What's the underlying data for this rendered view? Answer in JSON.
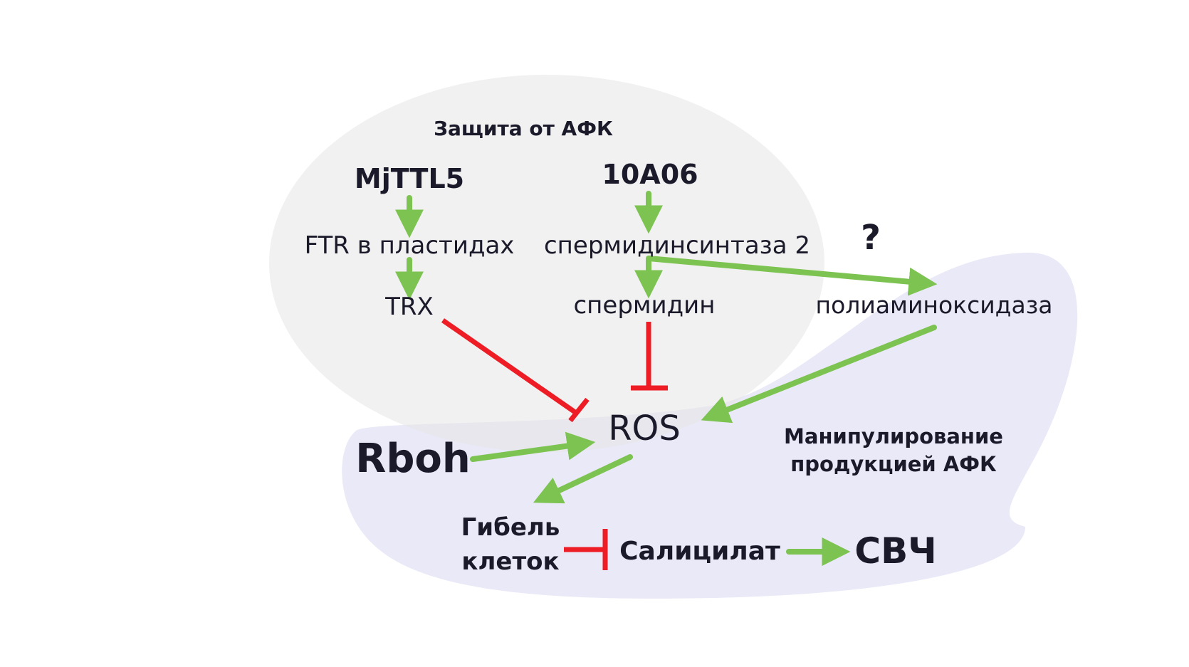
{
  "regions": {
    "defense_title": "Защита от АФК",
    "manipulation_title_line1": "Манипулирование",
    "manipulation_title_line2": "продукцией АФК"
  },
  "nodes": {
    "mjttl5": "MjTTL5",
    "ftr": "FTR в пластидах",
    "trx": "TRX",
    "gene_10a06": "10A06",
    "spermidine_synthase": "спермидинсинтаза 2",
    "spermidine": "спермидин",
    "question": "?",
    "polyamine_oxidase": "полиаминоксидаза",
    "ros": "ROS",
    "rboh": "Rboh",
    "cell_death_line1": "Гибель",
    "cell_death_line2": "клеток",
    "salicylate": "Салицилат",
    "svch": "СВЧ"
  },
  "colors": {
    "activation": "#7dc351",
    "inhibition": "#ee1c24",
    "defense_region": "#f1f1f1",
    "manipulation_region": "#e9e9f7"
  },
  "edges": [
    {
      "from": "mjttl5",
      "to": "ftr",
      "type": "activation"
    },
    {
      "from": "ftr",
      "to": "trx",
      "type": "activation"
    },
    {
      "from": "gene_10a06",
      "to": "spermidine_synthase",
      "type": "activation"
    },
    {
      "from": "spermidine_synthase",
      "to": "spermidine",
      "type": "activation"
    },
    {
      "from": "spermidine_synthase",
      "to": "polyamine_oxidase",
      "type": "activation"
    },
    {
      "from": "trx",
      "to": "ros",
      "type": "inhibition"
    },
    {
      "from": "spermidine",
      "to": "ros",
      "type": "inhibition"
    },
    {
      "from": "polyamine_oxidase",
      "to": "ros",
      "type": "activation"
    },
    {
      "from": "rboh",
      "to": "ros",
      "type": "activation"
    },
    {
      "from": "ros",
      "to": "cell_death",
      "type": "activation"
    },
    {
      "from": "cell_death",
      "to": "salicylate",
      "type": "inhibition"
    },
    {
      "from": "salicylate",
      "to": "svch",
      "type": "activation"
    }
  ]
}
